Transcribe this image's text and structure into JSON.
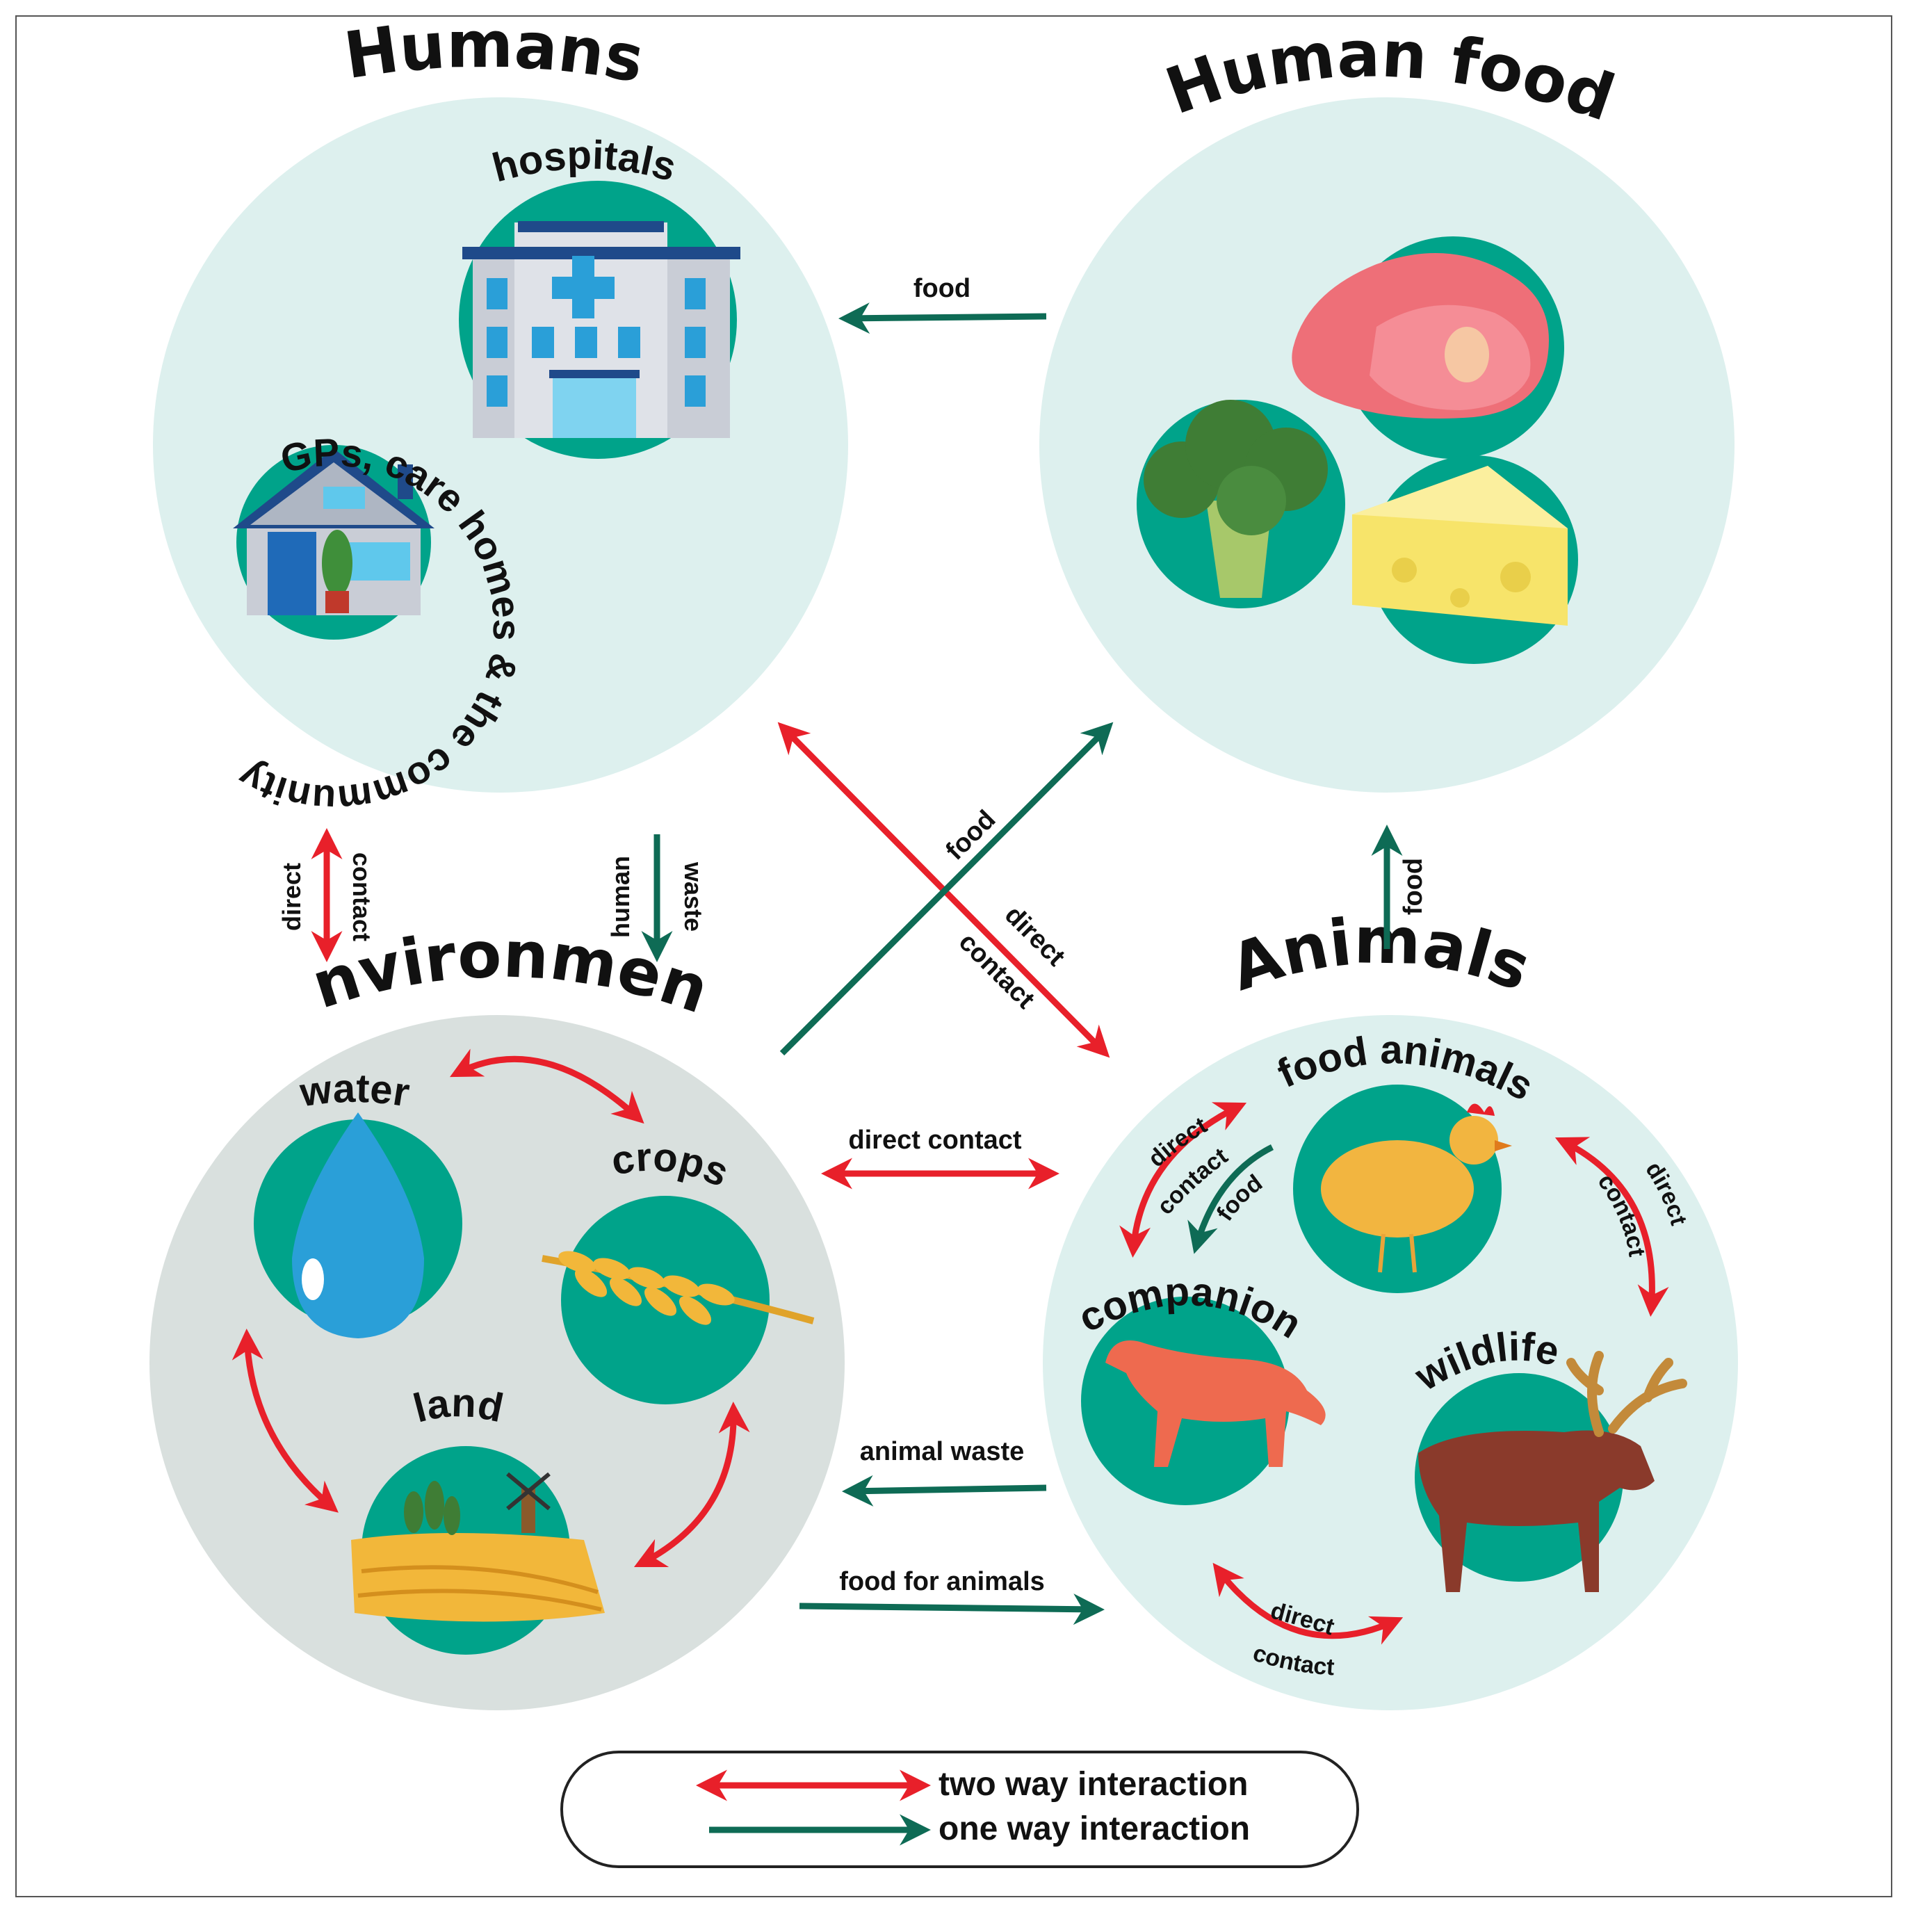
{
  "sections": {
    "humans": {
      "title": "Humans",
      "hospitals": "hospitals",
      "community": "GPs, care homes & the community"
    },
    "human_food": {
      "title": "Human food"
    },
    "environment": {
      "title": "Environment",
      "water": "water",
      "crops": "crops",
      "land": "land"
    },
    "animals": {
      "title": "Animals",
      "food_animals": "food animals",
      "companion": "companion",
      "wildlife": "wildlife"
    }
  },
  "arrows": {
    "food": "food",
    "direct": "direct",
    "contact": "contact",
    "human": "human",
    "waste": "waste",
    "direct_contact": "direct contact",
    "animal_waste": "animal waste",
    "food_for_animals": "food for animals"
  },
  "legend": {
    "two_way": "two way interaction",
    "one_way": "one way interaction"
  },
  "colors": {
    "two_way": "#e8202a",
    "one_way": "#0e6b55",
    "circle_light": "#ddf0ee",
    "circle_grey": "#d9e0de",
    "icon_bg": "#00a38a"
  },
  "icons": [
    "hospital-icon",
    "house-icon",
    "meat-icon",
    "broccoli-icon",
    "cheese-icon",
    "water-drop-icon",
    "wheat-icon",
    "farmland-icon",
    "chicken-icon",
    "dog-icon",
    "moose-icon"
  ]
}
